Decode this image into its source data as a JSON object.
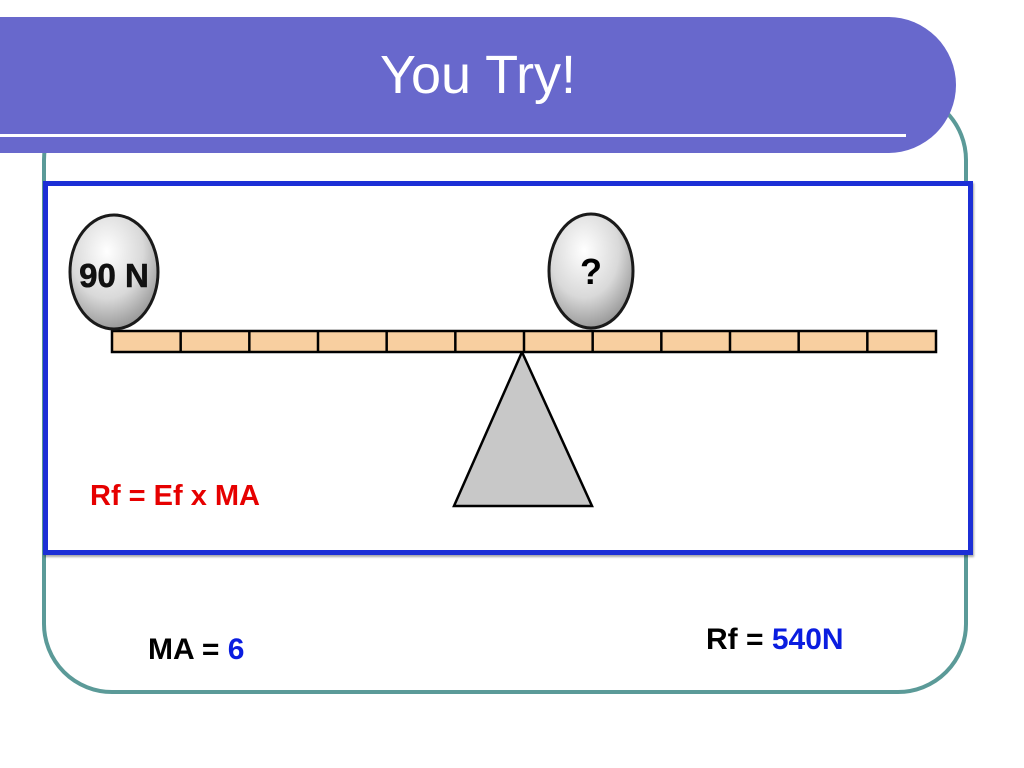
{
  "slide": {
    "title": "You Try!",
    "left_weight_label": "90 N",
    "right_weight_label": "?",
    "formula": "Rf = Ef x MA",
    "ma_label": "MA =",
    "ma_value": "6",
    "rf_label": "Rf =",
    "rf_value": "540N"
  },
  "colors": {
    "title_bar": "#6868cc",
    "frame": "#5b9a98",
    "panel_border": "#1c2fd6",
    "beam_fill": "#f8cfa0",
    "fulcrum_fill": "#c8c8c8",
    "formula": "#e60000",
    "answer_value": "#0a1de0"
  },
  "beam": {
    "segments": 12
  }
}
